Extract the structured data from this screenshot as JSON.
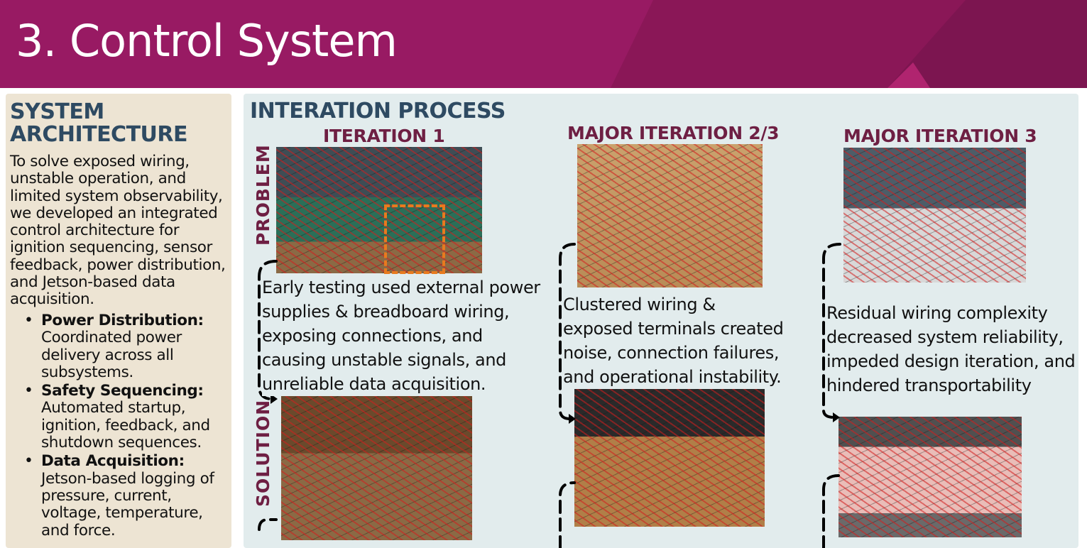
{
  "header": {
    "title": "3. Control System"
  },
  "system_architecture": {
    "heading": "SYSTEM ARCHITECTURE",
    "intro": "To solve exposed wiring, unstable operation, and limited system observability, we developed an integrated control architecture for ignition sequencing, sensor feedback, power distribution, and Jetson-based data acquisition.",
    "bullets": [
      {
        "title": "Power Distribution:",
        "text": "Coordinated power delivery across all subsystems."
      },
      {
        "title": "Safety Sequencing:",
        "text": "Automated startup, ignition, feedback, and shutdown sequences."
      },
      {
        "title": "Data Acquisition:",
        "text": "Jetson-based logging of pressure, current, voltage, temperature, and force."
      }
    ]
  },
  "iteration_process": {
    "heading": "INTERATION PROCESS",
    "row_labels": {
      "problem": "PROBLEM",
      "solution": "SOLUTION"
    },
    "columns": [
      {
        "title": "ITERATION 1",
        "problem_text": "Early testing used external power supplies & breadboard wiring, exposing connections, and causing unstable signals, and unreliable data acquisition."
      },
      {
        "title": "MAJOR ITERATION 2/3",
        "problem_text": "Clustered wiring & exposed terminals created noise, connection failures, and operational instability."
      },
      {
        "title": "MAJOR ITERATION 3",
        "problem_text": "Residual wiring complexity decreased system reliability, impeded design iteration, and hindered transportability"
      }
    ]
  },
  "colors": {
    "banner": "#981a63",
    "heading": "#2e4a62",
    "column_title": "#6e1f43",
    "left_panel": "#ede4d3",
    "right_panel": "#e2eced",
    "highlight": "#e87a1e"
  }
}
